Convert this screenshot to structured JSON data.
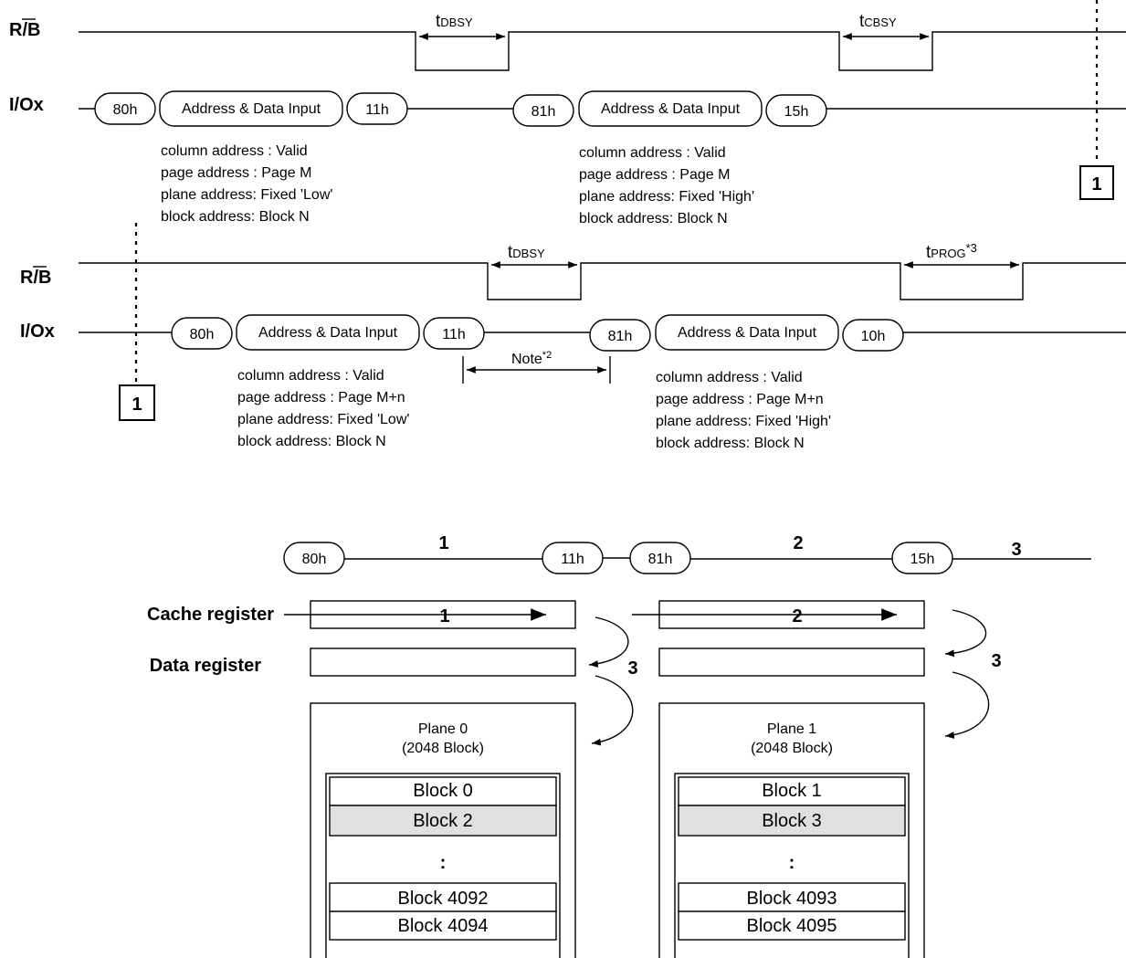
{
  "signals": {
    "rb": "R/B",
    "io": "I/Ox"
  },
  "timing": {
    "t": "t",
    "dbsy": "DBSY",
    "cbsy": "CBSY",
    "prog": "PROG",
    "prog_sup": "*3"
  },
  "note": {
    "label": "Note",
    "sup": "*2"
  },
  "connector": "1",
  "row1": {
    "seq1": {
      "cmd": "80h",
      "addr": "Address & Data Input",
      "end": "11h"
    },
    "seq2": {
      "cmd": "81h",
      "addr": "Address & Data Input",
      "end": "15h"
    },
    "info1": [
      "column address : Valid",
      "page address : Page M",
      "plane address: Fixed 'Low'",
      "block address: Block N"
    ],
    "info2": [
      "column address : Valid",
      "page address : Page M",
      "plane address: Fixed 'High'",
      "block address: Block N"
    ]
  },
  "row2": {
    "seq1": {
      "cmd": "80h",
      "addr": "Address & Data Input",
      "end": "11h"
    },
    "seq2": {
      "cmd": "81h",
      "addr": "Address & Data Input",
      "end": "10h"
    },
    "info1": [
      "column address : Valid",
      "page address : Page M+n",
      "plane address: Fixed 'Low'",
      "block address: Block N"
    ],
    "info2": [
      "column address : Valid",
      "page address : Page M+n",
      "plane address: Fixed 'High'",
      "block address: Block N"
    ]
  },
  "flow": {
    "c80": "80h",
    "c11": "11h",
    "c81": "81h",
    "c15": "15h",
    "s1": "1",
    "s2": "2",
    "s3": "3"
  },
  "registers": {
    "cache": "Cache register",
    "data": "Data register"
  },
  "planes": [
    {
      "title": "Plane 0",
      "count": "(2048 Block)",
      "blocks": [
        "Block 0",
        "Block 2",
        ":",
        "Block 4092",
        "Block 4094"
      ]
    },
    {
      "title": "Plane 1",
      "count": "(2048 Block)",
      "blocks": [
        "Block 1",
        "Block 3",
        ":",
        "Block 4093",
        "Block 4095"
      ]
    }
  ],
  "colors": {
    "highlight_block": "#e0e0e0"
  }
}
